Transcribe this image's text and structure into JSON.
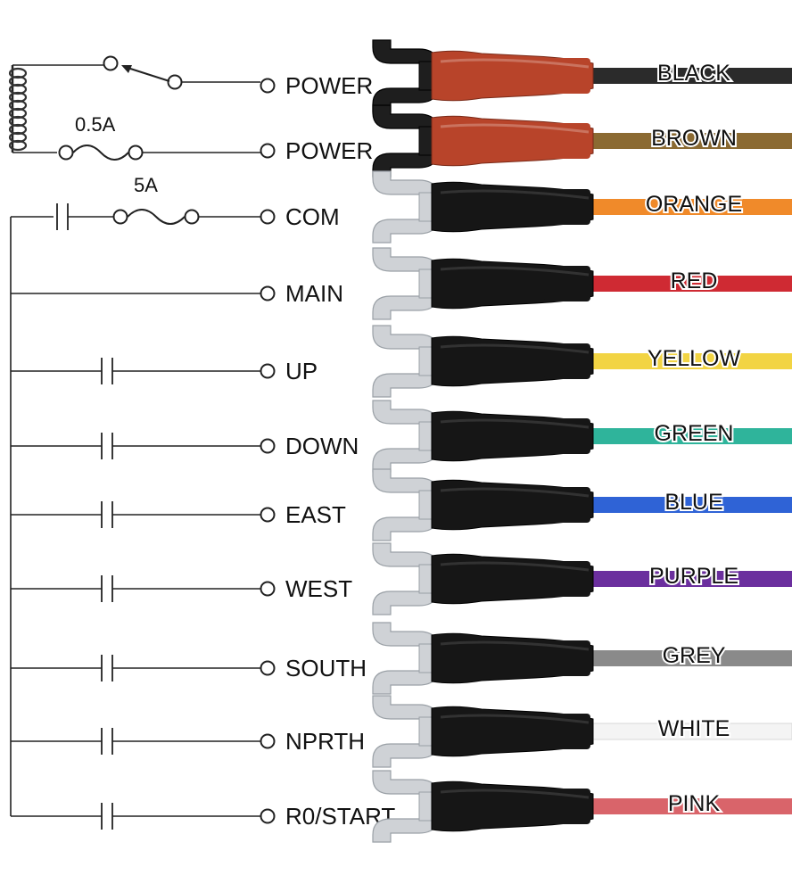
{
  "fuses": {
    "small": "0.5A",
    "large": "5A"
  },
  "terminals": [
    {
      "label": "POWER",
      "color_name": "BLACK",
      "wire_color": "#2b2b2b",
      "sleeve": "red"
    },
    {
      "label": "POWER",
      "color_name": "BROWN",
      "wire_color": "#8b6a32",
      "sleeve": "red"
    },
    {
      "label": "COM",
      "color_name": "ORANGE",
      "wire_color": "#f08a2a",
      "sleeve": "black"
    },
    {
      "label": "MAIN",
      "color_name": "RED",
      "wire_color": "#cf2a33",
      "sleeve": "black"
    },
    {
      "label": "UP",
      "color_name": "YELLOW",
      "wire_color": "#f2d443",
      "sleeve": "black"
    },
    {
      "label": "DOWN",
      "color_name": "GREEN",
      "wire_color": "#2fb49b",
      "sleeve": "black"
    },
    {
      "label": "EAST",
      "color_name": "BLUE",
      "wire_color": "#2f63d6",
      "sleeve": "black"
    },
    {
      "label": "WEST",
      "color_name": "PURPLE",
      "wire_color": "#6b2f9e",
      "sleeve": "black"
    },
    {
      "label": "SOUTH",
      "color_name": "GREY",
      "wire_color": "#8a8a8a",
      "sleeve": "black"
    },
    {
      "label": "NPRTH",
      "color_name": "WHITE",
      "wire_color": "#f4f4f4",
      "sleeve": "black"
    },
    {
      "label": "R0/START",
      "color_name": "PINK",
      "wire_color": "#d9646a",
      "sleeve": "black"
    }
  ],
  "colors": {
    "line": "#222222",
    "sleeve_red": "#b8442a",
    "sleeve_black": "#161616",
    "metal": "#cfd2d6",
    "metal_dark": "#1e1e1e"
  }
}
